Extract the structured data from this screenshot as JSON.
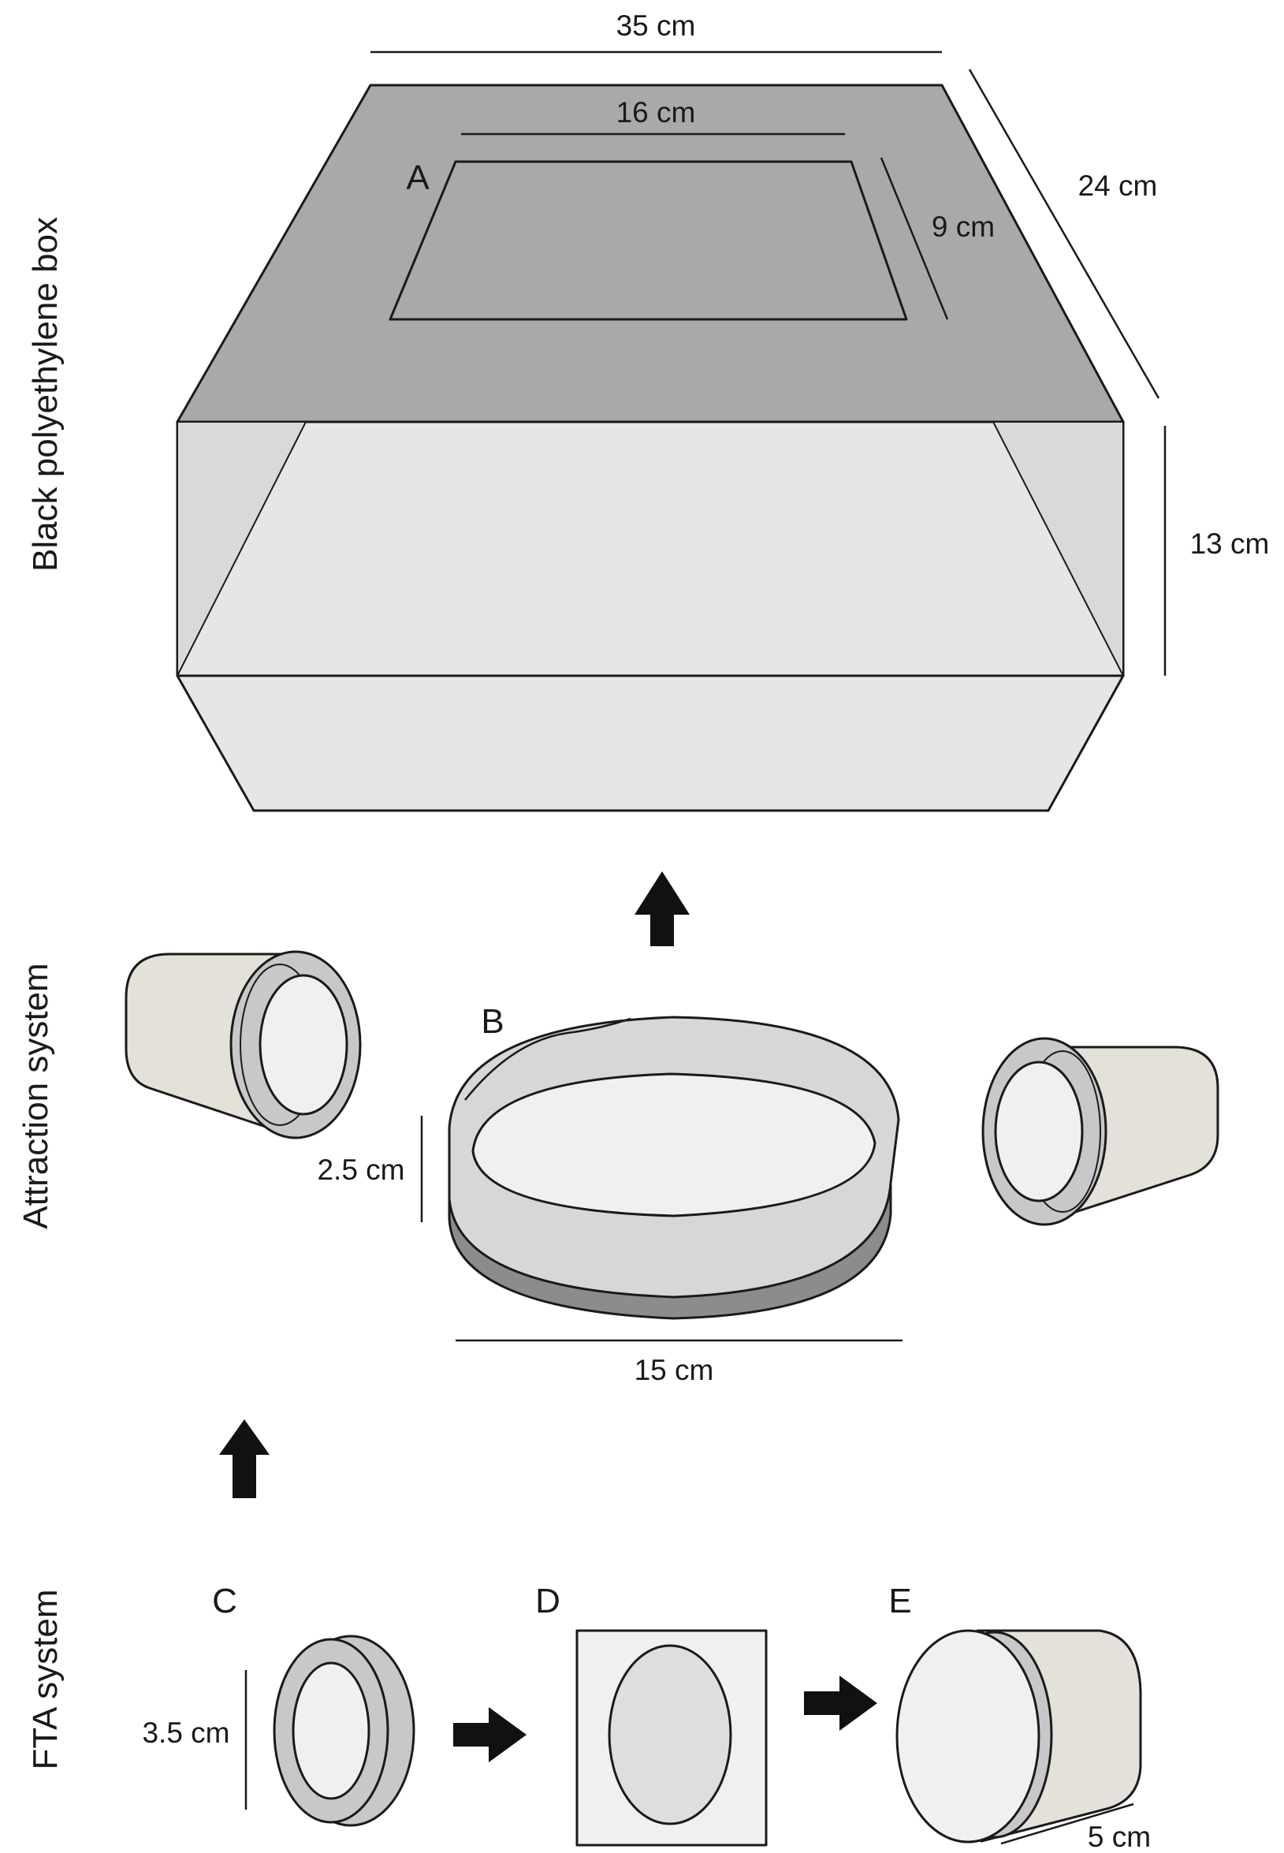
{
  "section_labels": {
    "box": "Black polyethylene box",
    "attraction": "Attraction system",
    "fta": "FTA system"
  },
  "letters": {
    "a": "A",
    "b": "B",
    "c": "C",
    "d": "D",
    "e": "E"
  },
  "dimensions": {
    "box_width": "35 cm",
    "box_depth": "24 cm",
    "box_height": "13 cm",
    "window_width": "16 cm",
    "window_depth": "9 cm",
    "dish_height": "2.5 cm",
    "dish_diameter": "15 cm",
    "ring_diameter": "3.5 cm",
    "cup_length": "5 cm"
  },
  "colors": {
    "box_top": "#a9a9a9",
    "box_panel": "#e6e6e6",
    "box_side": "#d9d9d9",
    "cup_body": "#e4e1da",
    "ring": "#c8c8c8",
    "ring_inner": "#f0f0f0",
    "dish_rim": "#d7d7d7",
    "dish_base": "#8c8c8c",
    "filter": "#dedede",
    "paper": "#f0f0f0",
    "arrow": "#111111"
  }
}
